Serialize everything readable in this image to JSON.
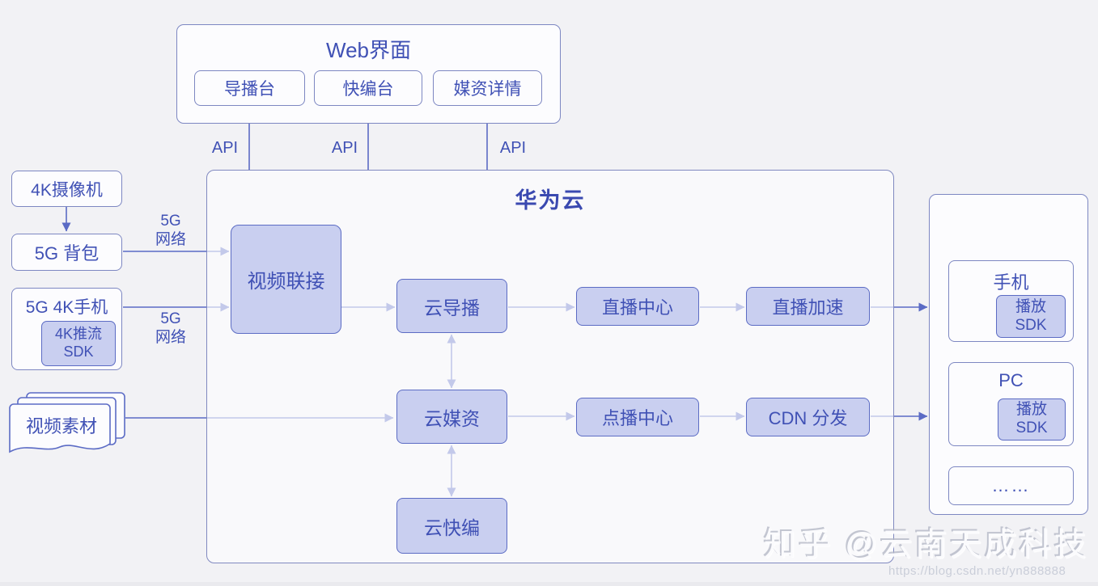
{
  "web_panel": {
    "title": "Web界面",
    "tabs": [
      {
        "label": "导播台"
      },
      {
        "label": "快编台"
      },
      {
        "label": "媒资详情"
      }
    ]
  },
  "api_labels": [
    "API",
    "API",
    "API"
  ],
  "left": {
    "camera": "4K摄像机",
    "backpack": "5G 背包",
    "phone": "5G 4K手机",
    "push_sdk": "4K推流\nSDK",
    "network_label_1": "5G\n网络",
    "network_label_2": "5G\n网络",
    "material": "视频素材"
  },
  "cloud": {
    "title": "华为云",
    "nodes": {
      "video_connect": "视频联接",
      "cloud_director": "云导播",
      "live_center": "直播中心",
      "live_acceleration": "直播加速",
      "cloud_media": "云媒资",
      "vod_center": "点播中心",
      "cdn_distribution": "CDN 分发",
      "cloud_quick_edit": "云快编"
    }
  },
  "clients": {
    "mobile": {
      "title": "手机",
      "sdk": "播放\nSDK"
    },
    "pc": {
      "title": "PC",
      "sdk": "播放\nSDK"
    },
    "more": "……"
  },
  "watermark": {
    "brand": "知乎 @云南天成科技",
    "url": "https://blog.csdn.net/yn888888"
  },
  "colors": {
    "accent": "#5b6bc5",
    "node_fill": "#c9cff0",
    "node_border": "#5c6cc4",
    "outline_border": "#7d87c2",
    "text": "#4051b5",
    "background": "#f2f2f5"
  }
}
